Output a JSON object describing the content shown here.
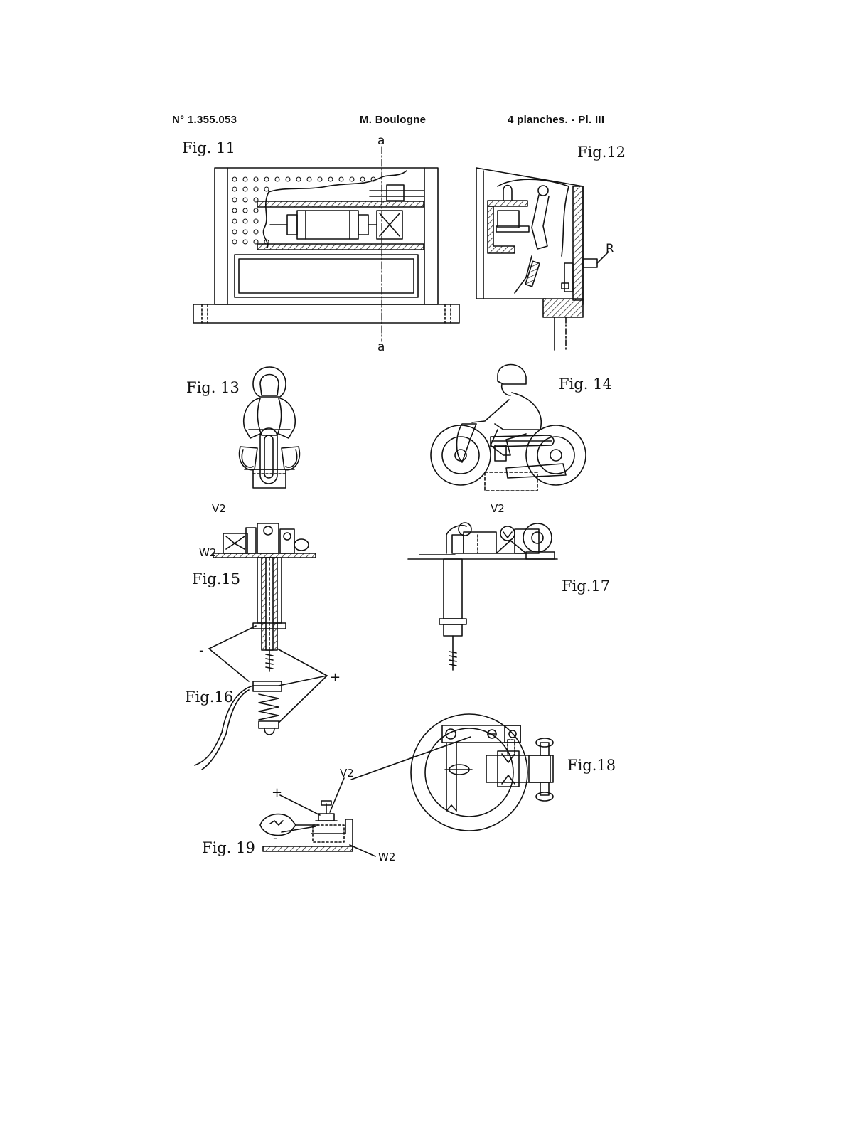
{
  "header": {
    "patent_number": "N° 1.355.053",
    "inventor": "M. Boulogne",
    "sheets": "4 planches. - Pl. III"
  },
  "figures": {
    "fig11": "Fig. 11",
    "fig12": "Fig.12",
    "fig13": "Fig. 13",
    "fig14": "Fig. 14",
    "fig15": "Fig.15",
    "fig16": "Fig.16",
    "fig17": "Fig.17",
    "fig18": "Fig.18",
    "fig19": "Fig. 19"
  },
  "labels": {
    "section_top": "a",
    "section_bottom": "a",
    "r": "R",
    "v2_fig15": "V2",
    "w2_fig15": "W2",
    "v2_fig17": "V2",
    "minus_fig16": "-",
    "plus_fig16": "+",
    "v2_fig19": "V2",
    "plus_fig19": "+",
    "minus_fig19": "-",
    "w2_fig19": "W2"
  }
}
